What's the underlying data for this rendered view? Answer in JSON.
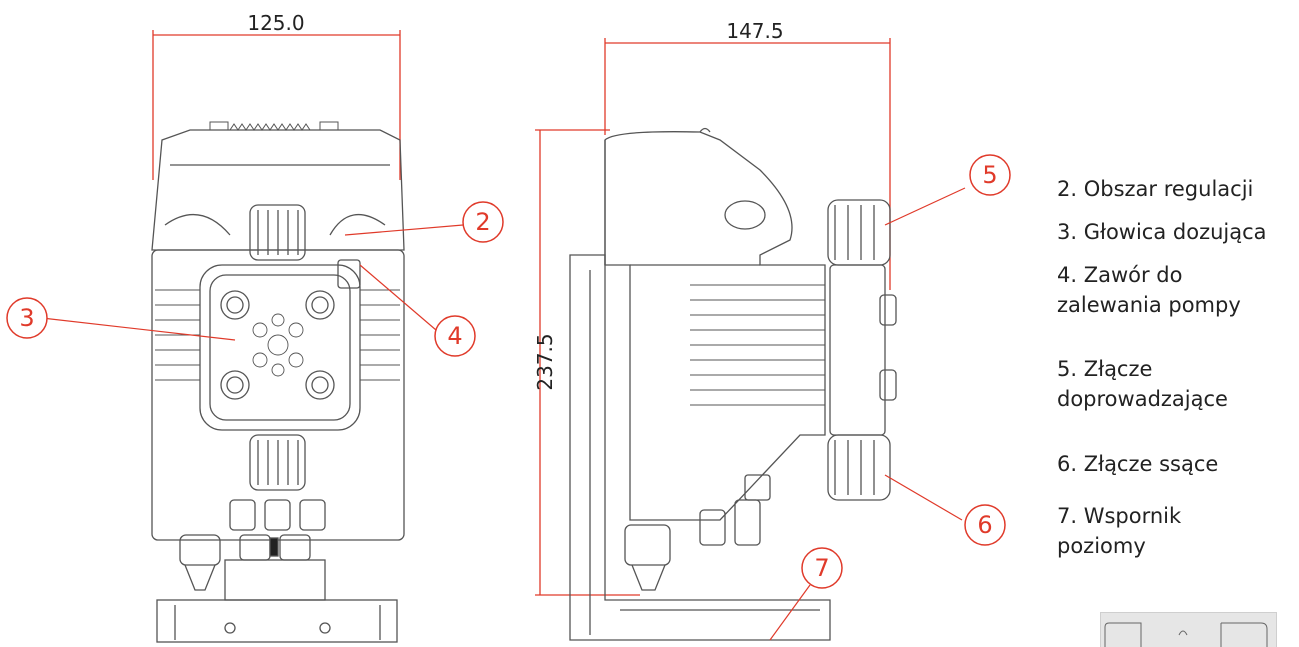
{
  "dimensions": {
    "front_width": "125.0",
    "side_width": "147.5",
    "side_height": "237.5"
  },
  "callouts": [
    "2",
    "3",
    "4",
    "5",
    "6",
    "7"
  ],
  "legend": [
    {
      "line1": "2. Obszar regulacji",
      "line2": ""
    },
    {
      "line1": "3. Głowica dozująca",
      "line2": ""
    },
    {
      "line1": "4. Zawór do",
      "line2": "zalewania pompy"
    },
    {
      "line1": "5. Złącze",
      "line2": "doprowadzające"
    },
    {
      "line1": "6. Złącze ssące",
      "line2": ""
    },
    {
      "line1": "7. Wspornik",
      "line2": "poziomy"
    }
  ],
  "colors": {
    "callout": "#e03a2a",
    "line": "#555555"
  }
}
